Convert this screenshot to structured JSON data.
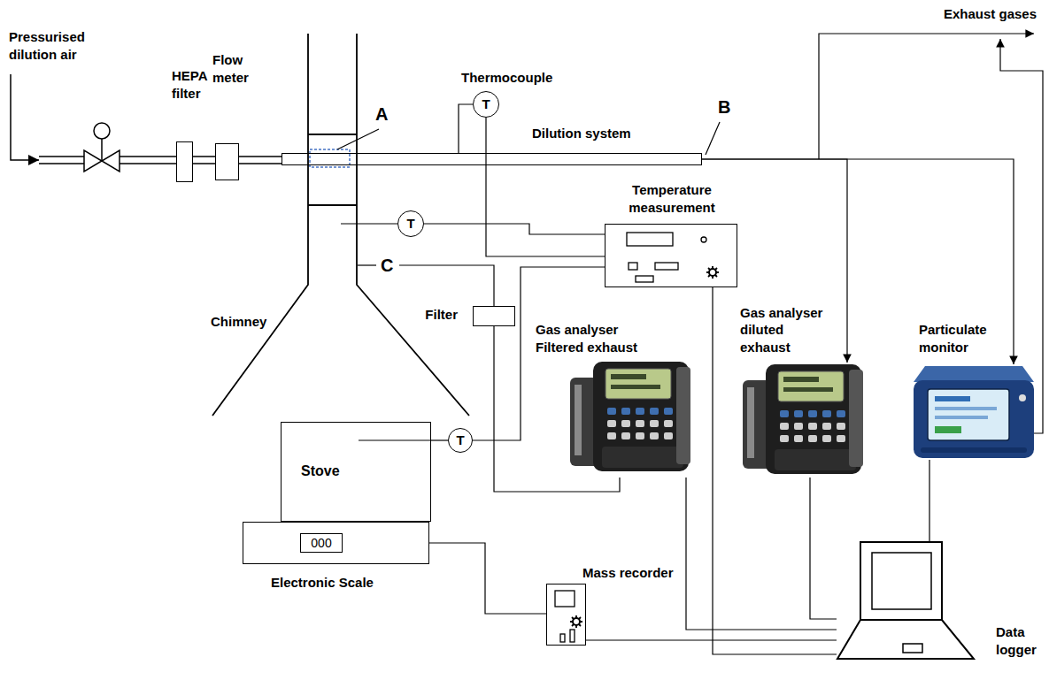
{
  "diagram": {
    "nodes": [
      {
        "text": [
          "HEPA filter"
        ]
      },
      {
        "text": [
          "Flow meter"
        ]
      },
      {
        "text": [
          "Thermocouple",
          "T"
        ]
      },
      {
        "text": [
          "Dilution system"
        ]
      },
      {
        "text": [
          "Temperature measurement"
        ]
      },
      {
        "text": [
          "T"
        ]
      },
      {
        "text": [
          "Filter"
        ]
      },
      {
        "text": [
          "Gas analyser Filtered exhaust"
        ]
      },
      {
        "text": [
          "Gas analyser diluted exhaust"
        ]
      },
      {
        "text": [
          "Particulate monitor"
        ]
      },
      {
        "text": [
          "Stove"
        ]
      },
      {
        "text": [
          "T"
        ]
      },
      {
        "text": [
          "000",
          "Electronic Scale"
        ]
      },
      {
        "text": [
          "Mass recorder"
        ]
      },
      {
        "text": [
          "Data logger"
        ]
      }
    ],
    "edges": [
      {
        "from": 0,
        "to": 1,
        "arrow": "none"
      },
      {
        "from": 1,
        "to": 3,
        "arrow": "none"
      },
      {
        "from": 2,
        "to": 3,
        "arrow": "none"
      },
      {
        "from": 2,
        "to": 4,
        "arrow": "none"
      },
      {
        "from": 5,
        "to": 4,
        "arrow": "none"
      },
      {
        "from": 10,
        "to": 11,
        "arrow": "none"
      },
      {
        "from": 11,
        "to": 4,
        "arrow": "none"
      },
      {
        "from": 3,
        "to": 8,
        "arrow": "to"
      },
      {
        "from": 3,
        "to": 9,
        "arrow": "to"
      },
      {
        "from": 6,
        "to": 7,
        "arrow": "none"
      },
      {
        "from": 4,
        "to": 14,
        "arrow": "none"
      },
      {
        "from": 7,
        "to": 14,
        "arrow": "none"
      },
      {
        "from": 8,
        "to": 14,
        "arrow": "none"
      },
      {
        "from": 9,
        "to": 14,
        "arrow": "none"
      },
      {
        "from": 12,
        "to": 13,
        "arrow": "none"
      },
      {
        "from": 13,
        "to": 14,
        "arrow": "none"
      }
    ],
    "labels": [
      "Pressurised dilution air",
      "A",
      "B",
      "C",
      "Chimney",
      "Exhaust gases"
    ]
  }
}
